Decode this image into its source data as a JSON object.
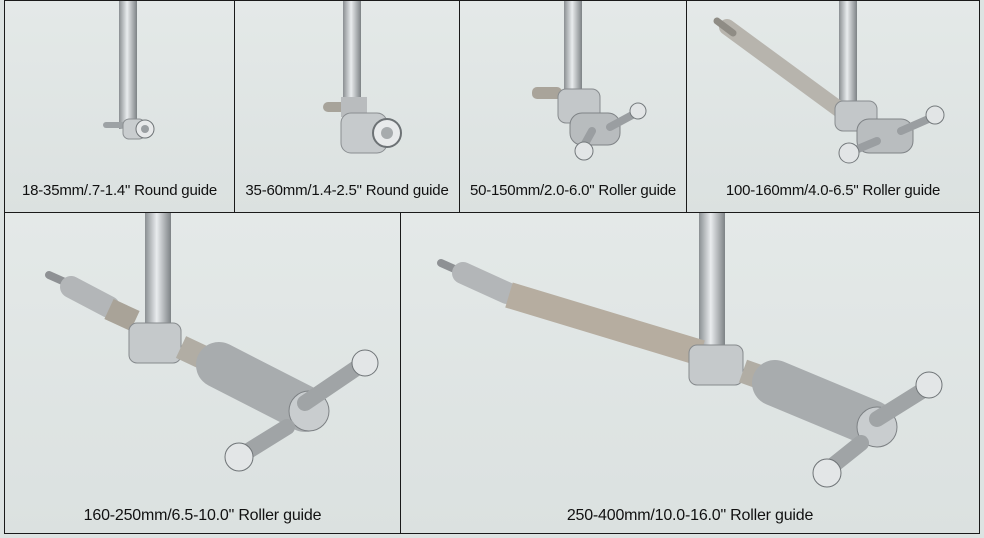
{
  "items": [
    {
      "caption": "18-35mm/.7-1.4\" Round guide"
    },
    {
      "caption": "35-60mm/1.4-2.5\" Round guide"
    },
    {
      "caption": "50-150mm/2.0-6.0\" Roller guide"
    },
    {
      "caption": "100-160mm/4.0-6.5\" Roller guide"
    },
    {
      "caption": "160-250mm/6.5-10.0\" Roller guide"
    },
    {
      "caption": "250-400mm/10.0-16.0\" Roller guide"
    }
  ]
}
